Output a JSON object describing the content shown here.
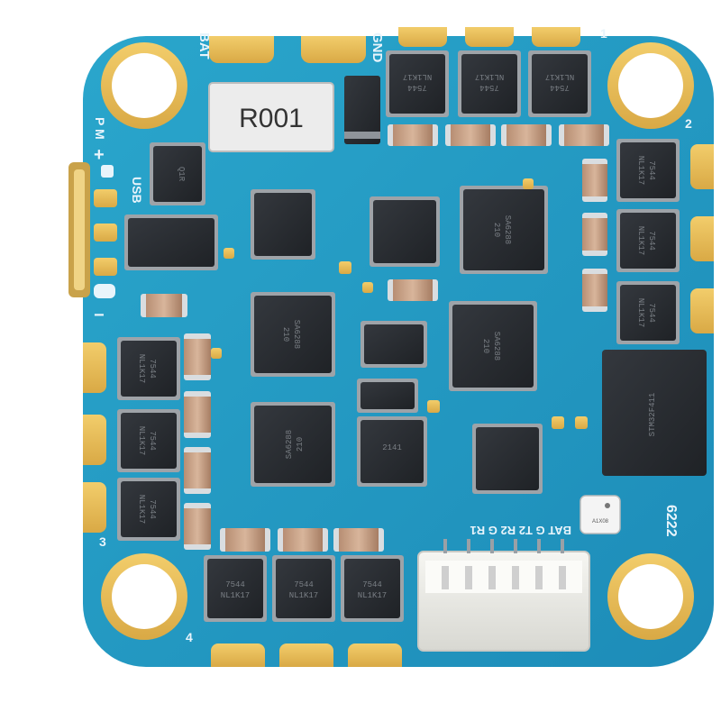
{
  "board": {
    "resistor_label": "R001",
    "silkscreen": {
      "bat": "BAT",
      "gnd": "GND",
      "usb": "USB",
      "pm": "P M",
      "plus": "+",
      "minus": "−",
      "connector_pins": "BAT G T2 R2 G R1",
      "board_id": "6222",
      "motor1": "1",
      "motor2": "2",
      "motor3": "3",
      "motor4": "4"
    },
    "chip_markings": {
      "mosfet": "7544",
      "mosfet_line2": "NL1K17",
      "driver": "SA6288",
      "driver_line2": "210",
      "regulator": "Q1R",
      "small_chip": "2141",
      "mcu": "STM32F411",
      "baro": "A1X08"
    },
    "colors": {
      "pcb": "#27a3c9",
      "pcb_dark": "#1b87b3",
      "copper": "#e9bf5c",
      "chip": "#2b2e33"
    }
  }
}
